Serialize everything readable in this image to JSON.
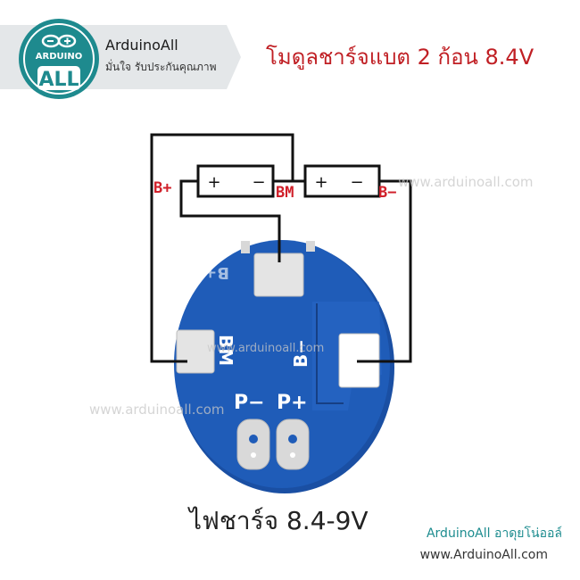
{
  "header": {
    "brand_name": "ArduinoAll",
    "brand_tagline": "มั่นใจ รับประกันคุณภาพ",
    "logo_top_text": "ARDUINO",
    "logo_bottom_text": "ALL",
    "product_title": "โมดูลชาร์จแบต 2 ก้อน 8.4V"
  },
  "batteries": [
    {
      "plus": "+",
      "minus": "−"
    },
    {
      "plus": "+",
      "minus": "−"
    }
  ],
  "terminals": {
    "b_plus": "B+",
    "bm": "BM",
    "b_minus": "B−"
  },
  "board": {
    "silk_b_plus": "B+",
    "silk_bm": "BM",
    "silk_b_minus": "B−",
    "p_minus": "P−",
    "p_plus": "P+"
  },
  "watermarks": [
    "www.arduinoall.com",
    "www.arduinoall.com",
    "www.arduinoall.com"
  ],
  "caption": "ไฟชาร์จ 8.4-9V",
  "footer": {
    "brand": "ArduinoAll อาดุยโน่ออล์",
    "url": "www.ArduinoAll.com"
  },
  "colors": {
    "pcb_blue": "#1d57b0",
    "pad_silver": "#e4e4e4",
    "label_red": "#d0202a",
    "logo_teal": "#1e8a8e"
  }
}
